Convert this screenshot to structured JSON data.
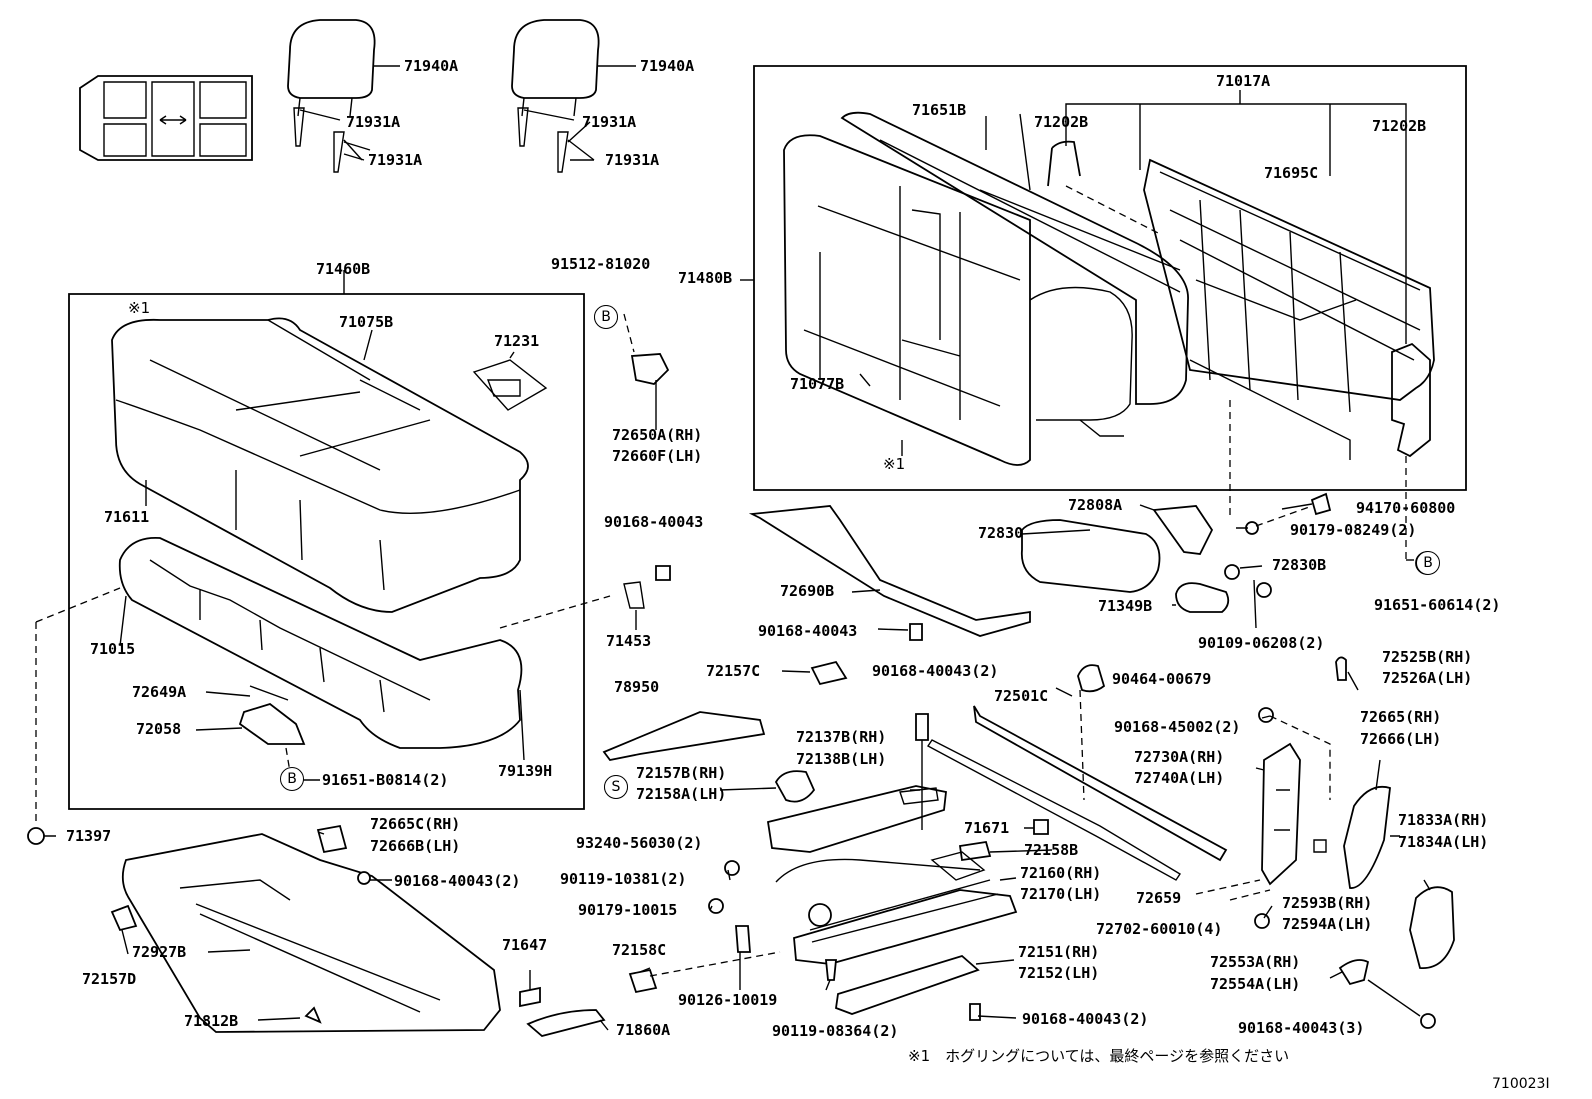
{
  "labels": {
    "l71940A_1": "71940A",
    "l71940A_2": "71940A",
    "l71931A_1": "71931A",
    "l71931A_2": "71931A",
    "l71931A_3": "71931A",
    "l71931A_4": "71931A",
    "l71017A": "71017A",
    "l71651B": "71651B",
    "l71202B_1": "71202B",
    "l71202B_2": "71202B",
    "l71695C": "71695C",
    "l71480B": "71480B",
    "l71077B": "71077B",
    "l_note1a": "※1",
    "l91512": "91512-81020",
    "l71460B": "71460B",
    "l_note1b": "※1",
    "l71075B": "71075B",
    "l71231": "71231",
    "l72650A": "72650A(RH)",
    "l72660F": "72660F(LH)",
    "l71611": "71611",
    "l71015": "71015",
    "l72649A": "72649A",
    "l72058": "72058",
    "l91651B": "91651-B0814(2)",
    "l79139H": "79139H",
    "l90168_1": "90168-40043",
    "l71453": "71453",
    "l72808A": "72808A",
    "l94170": "94170-60800",
    "l72830": "72830",
    "l90179_08249": "90179-08249(2)",
    "l72830B": "72830B",
    "l71349B": "71349B",
    "l91651_60614": "91651-60614(2)",
    "l90109": "90109-06208(2)",
    "l72690B": "72690B",
    "l90168_2": "90168-40043",
    "l72157C": "72157C",
    "l90168_3": "90168-40043(2)",
    "l90464": "90464-00679",
    "l72501C": "72501C",
    "l78950": "78950",
    "l72525B": "72525B(RH)",
    "l72526A": "72526A(LH)",
    "l90168_45002": "90168-45002(2)",
    "l72665": "72665(RH)",
    "l72666": "72666(LH)",
    "l72137B": "72137B(RH)",
    "l72138B": "72138B(LH)",
    "l72157B": "72157B(RH)",
    "l72158A": "72158A(LH)",
    "l72730A": "72730A(RH)",
    "l72740A": "72740A(LH)",
    "l93240": "93240-56030(2)",
    "l71833A": "71833A(RH)",
    "l71834A": "71834A(LH)",
    "l71397": "71397",
    "l72665C": "72665C(RH)",
    "l72666B": "72666B(LH)",
    "l90168_4": "90168-40043(2)",
    "l71671": "71671",
    "l72158B": "72158B",
    "l90119_10381": "90119-10381(2)",
    "l72160": "72160(RH)",
    "l72170": "72170(LH)",
    "l90179_10015": "90179-10015",
    "l72659": "72659",
    "l72593B": "72593B(RH)",
    "l72594A": "72594A(LH)",
    "l72702": "72702-60010(4)",
    "l72157D": "72157D",
    "l72927B": "72927B",
    "l71647": "71647",
    "l72158C": "72158C",
    "l72151": "72151(RH)",
    "l72152": "72152(LH)",
    "l72553A": "72553A(RH)",
    "l72554A": "72554A(LH)",
    "l90126": "90126-10019",
    "l90119_08364": "90119-08364(2)",
    "l90168_5": "90168-40043(2)",
    "l90168_6": "90168-40043(3)",
    "l71812B": "71812B",
    "l71860A": "71860A"
  },
  "markers": {
    "b1": "B",
    "b2": "B",
    "b3": "B",
    "s1": "S"
  },
  "footnote": "※1　ホグリングについては、最終ページを参照ください",
  "diagram_id": "710023I"
}
